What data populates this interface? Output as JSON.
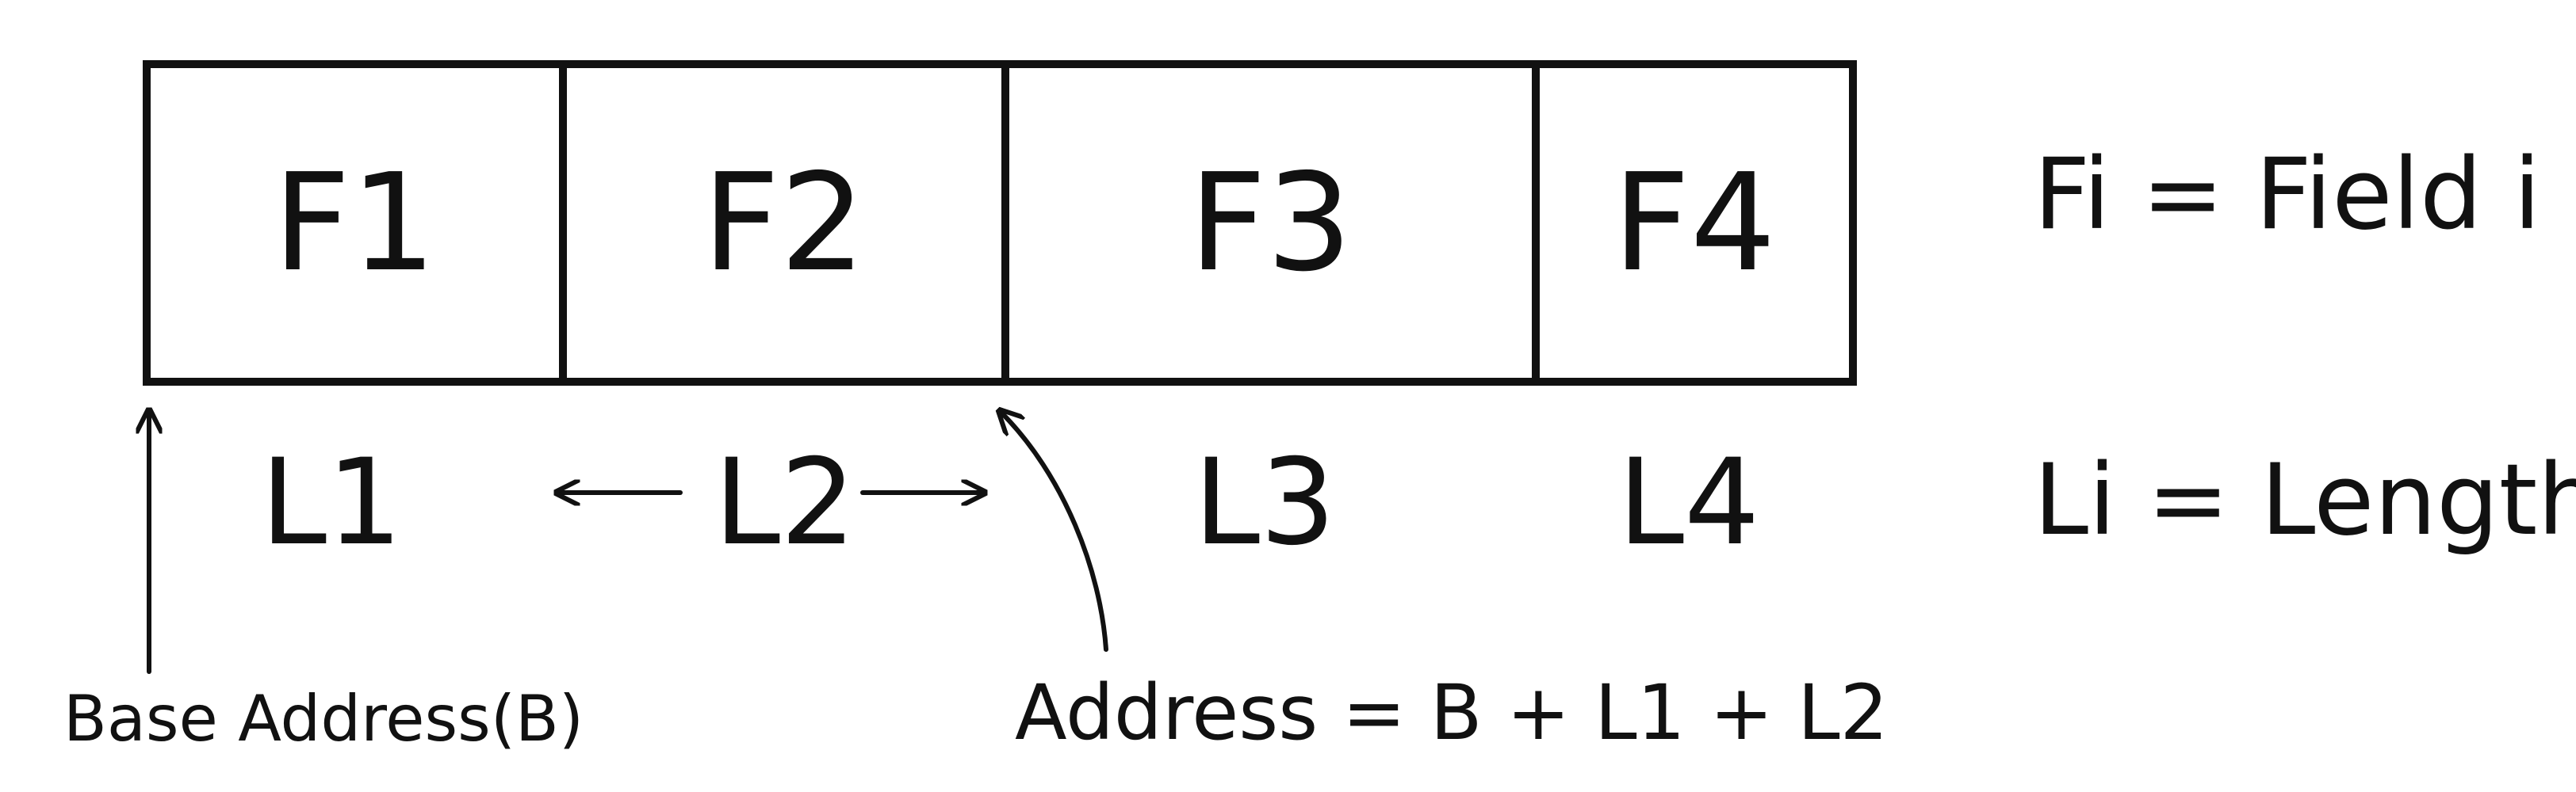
{
  "diagram": {
    "fields": [
      {
        "label": "F1"
      },
      {
        "label": "F2"
      },
      {
        "label": "F3"
      },
      {
        "label": "F4"
      }
    ],
    "lengths": [
      {
        "label": "L1"
      },
      {
        "label": "L2"
      },
      {
        "label": "L3"
      },
      {
        "label": "L4"
      }
    ],
    "legend": {
      "field_definition": "Fi = Field i",
      "length_definition": "Li = Length i"
    },
    "annotations": {
      "base_address": "Base Address(B)",
      "address_formula": "Address = B + L1 + L2"
    },
    "colors": {
      "ink": "#111111",
      "background": "#ffffff"
    }
  }
}
